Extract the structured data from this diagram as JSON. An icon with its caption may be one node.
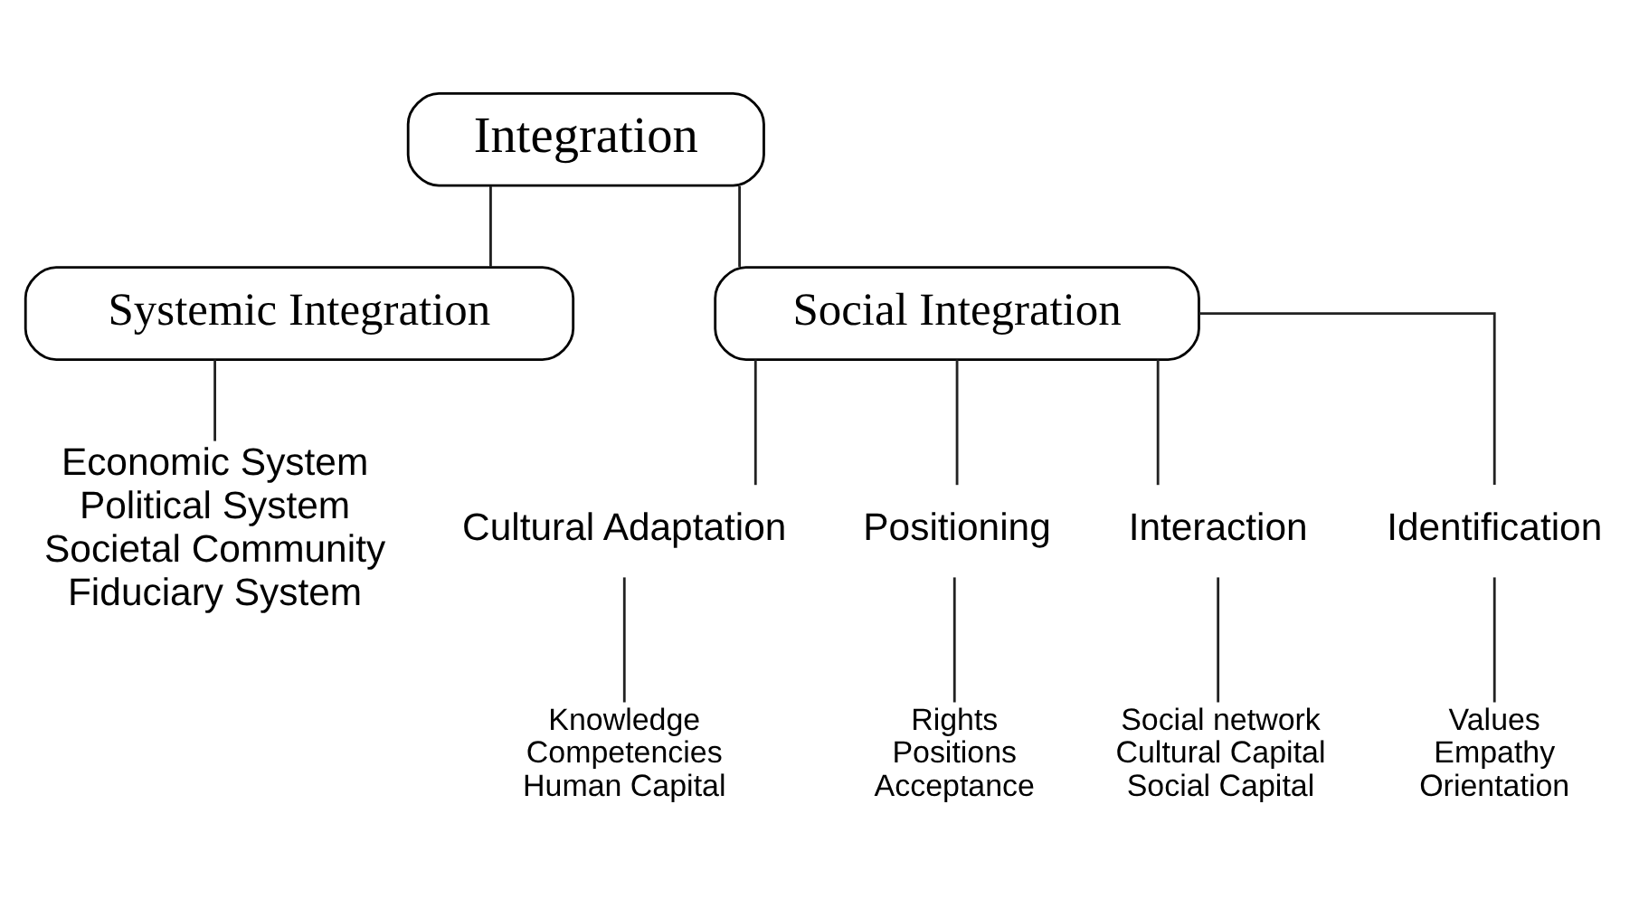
{
  "diagram": {
    "nodes": [
      {
        "text": [
          "Integration"
        ]
      },
      {
        "text": [
          "Systemic Integration"
        ]
      },
      {
        "text": [
          "Social Integration"
        ]
      },
      {
        "text": [
          "Economic System",
          "Political System",
          "Societal Community",
          "Fiduciary System"
        ]
      },
      {
        "text": [
          "Cultural Adaptation"
        ]
      },
      {
        "text": [
          "Positioning"
        ]
      },
      {
        "text": [
          "Interaction"
        ]
      },
      {
        "text": [
          "Identification"
        ]
      },
      {
        "text": [
          "Knowledge",
          "Competencies",
          "Human Capital"
        ]
      },
      {
        "text": [
          "Rights",
          "Positions",
          "Acceptance"
        ]
      },
      {
        "text": [
          "Social network",
          "Cultural Capital",
          "Social Capital"
        ]
      },
      {
        "text": [
          "Values",
          "Empathy",
          "Orientation"
        ]
      }
    ],
    "edges": [
      {
        "from": 0,
        "to": 1,
        "arrow": "none"
      },
      {
        "from": 0,
        "to": 2,
        "arrow": "none"
      },
      {
        "from": 1,
        "to": 3,
        "arrow": "none"
      },
      {
        "from": 2,
        "to": 4,
        "arrow": "none"
      },
      {
        "from": 2,
        "to": 5,
        "arrow": "none"
      },
      {
        "from": 2,
        "to": 6,
        "arrow": "none"
      },
      {
        "from": 2,
        "to": 7,
        "arrow": "none"
      },
      {
        "from": 4,
        "to": 8,
        "arrow": "none"
      },
      {
        "from": 5,
        "to": 9,
        "arrow": "none"
      },
      {
        "from": 6,
        "to": 10,
        "arrow": "none"
      },
      {
        "from": 7,
        "to": 11,
        "arrow": "none"
      }
    ]
  }
}
